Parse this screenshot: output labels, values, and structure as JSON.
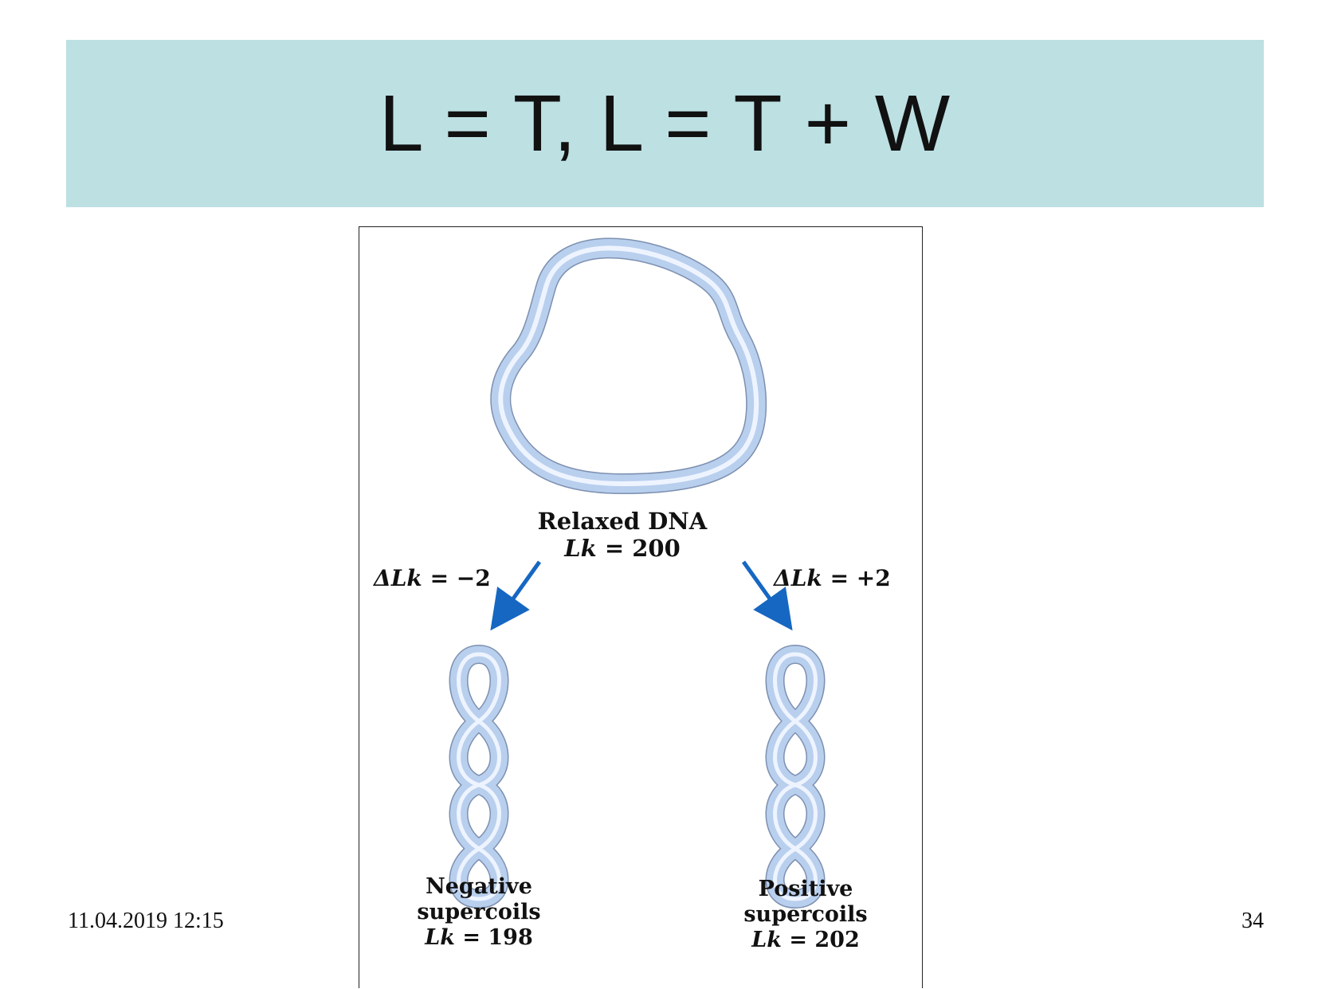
{
  "slide": {
    "title": "L = T, L = T + W",
    "date": "11.04.2019 12:15",
    "page_number": "34"
  },
  "figure": {
    "relaxed": {
      "name": "Relaxed DNA",
      "lk_symbol": "Lk",
      "lk_eq": "= 200"
    },
    "left_delta": {
      "symbol": "ΔLk",
      "eq": "= −2"
    },
    "right_delta": {
      "symbol": "ΔLk",
      "eq": "= +2"
    },
    "negative": {
      "line1": "Negative",
      "line2": "supercoils",
      "lk_symbol": "Lk",
      "lk_eq": "= 198"
    },
    "positive": {
      "line1": "Positive",
      "line2": "supercoils",
      "lk_symbol": "Lk",
      "lk_eq": "= 202"
    }
  },
  "colors": {
    "title_band": "#bde0e3",
    "dna_tube": "#b9cfee",
    "dna_highlight": "#eef4ff",
    "arrow": "#1667c2"
  }
}
